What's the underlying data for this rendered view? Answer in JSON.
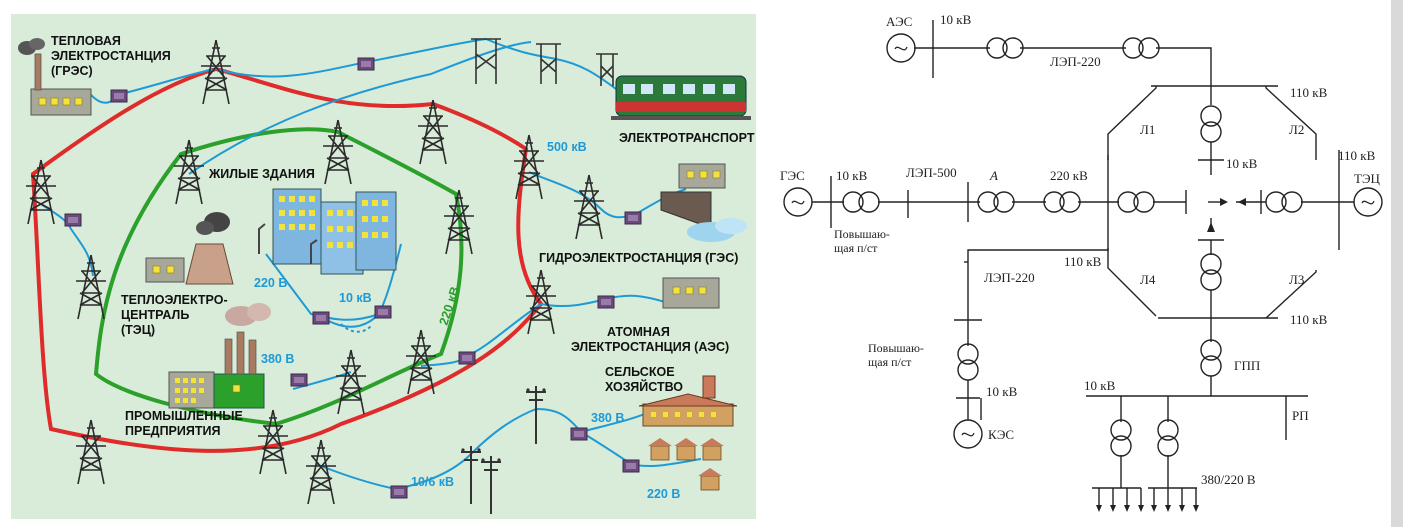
{
  "colors": {
    "background_left": "#d8ecd9",
    "line_500kv": "#e02b2b",
    "line_220kv": "#2ba02b",
    "line_low": "#1e9ad6",
    "transformer": "#6a4a7a",
    "ink": "#222222"
  },
  "left": {
    "labels": {
      "gres": [
        "ТЕПЛОВАЯ",
        "ЭЛЕКТРОСТАНЦИЯ",
        "(ГРЭС)"
      ],
      "transport": "ЭЛЕКТРОТРАНСПОРТ",
      "houses": "ЖИЛЫЕ ЗДАНИЯ",
      "ges": "ГИДРОЭЛЕКТРОСТАНЦИЯ (ГЭС)",
      "tec": [
        "ТЕПЛОЭЛЕКТРО-",
        "ЦЕНТРАЛЬ",
        "(ТЭЦ)"
      ],
      "aes": [
        "АТОМНАЯ",
        "ЭЛЕКТРОСТАНЦИЯ (АЭС)"
      ],
      "farm": [
        "СЕЛЬСКОЕ",
        "ХОЗЯЙСТВО"
      ],
      "industry": [
        "ПРОМЫШЛЕННЫЕ",
        "ПРЕДПРИЯТИЯ"
      ]
    },
    "voltages": {
      "v500": "500 кВ",
      "v220": "220 кВ",
      "v220v": "220 В",
      "v10": "10 кВ",
      "v380": "380 В",
      "v380b": "380 В",
      "v106": "10/6 кВ",
      "v220b": "220 В"
    }
  },
  "right": {
    "aes": "АЭС",
    "aes_kv": "10 кВ",
    "lep220_top": "ЛЭП-220",
    "kv110_top": "110 кВ",
    "l1": "Л1",
    "l2": "Л2",
    "l3": "Л3",
    "l4": "Л4",
    "kv10_mid": "10 кВ",
    "kv110_right": "110 кВ",
    "tec": "ТЭЦ",
    "ges": "ГЭС",
    "ges_kv": "10 кВ",
    "lep500": "ЛЭП-500",
    "a": "А",
    "kv220": "220 кВ",
    "step_up": [
      "Повышаю-",
      "щая п/ст"
    ],
    "kv110_left": "110 кВ",
    "lep220_bottom": "ЛЭП-220",
    "kv110_bottom": "110 кВ",
    "step_up2": [
      "Повышаю-",
      "щая п/ст"
    ],
    "gpp": "ГПП",
    "kv10_kes": "10 кВ",
    "kes": "КЭС",
    "kv10_rp": "10 кВ",
    "rp": "РП",
    "v380_220": "380/220 В"
  }
}
